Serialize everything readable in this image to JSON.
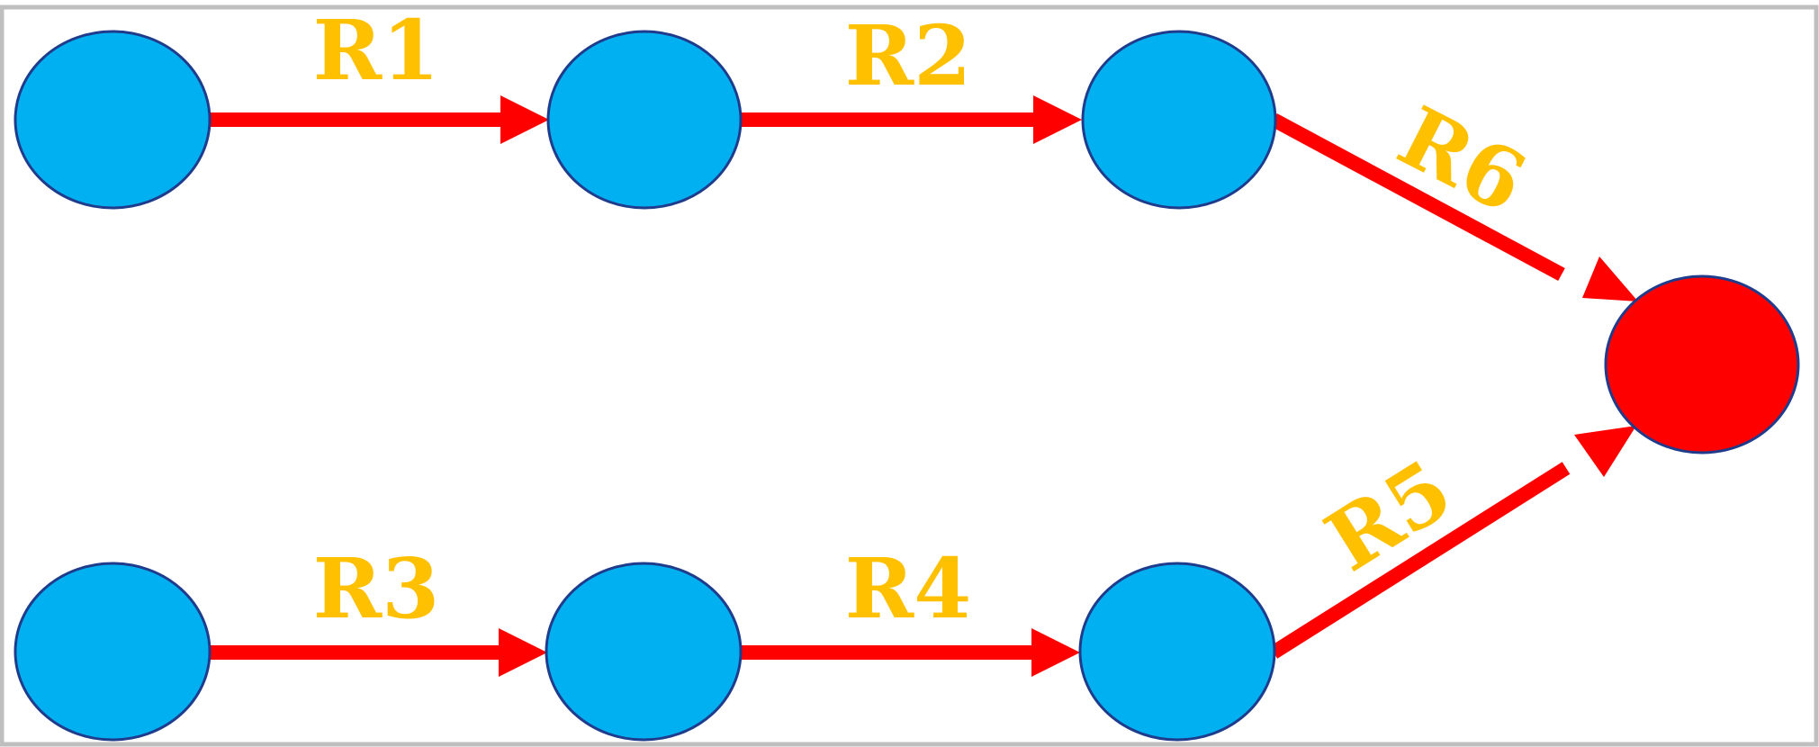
{
  "colors": {
    "node_fill": "#00B0F0",
    "target_fill": "#FF0000",
    "node_stroke": "#1F3C8C",
    "edge": "#FF0000",
    "label": "#FFC000",
    "frame": "#BFBFBF"
  },
  "edges": {
    "r1": "R1",
    "r2": "R2",
    "r3": "R3",
    "r4": "R4",
    "r5": "R5",
    "r6": "R6"
  }
}
